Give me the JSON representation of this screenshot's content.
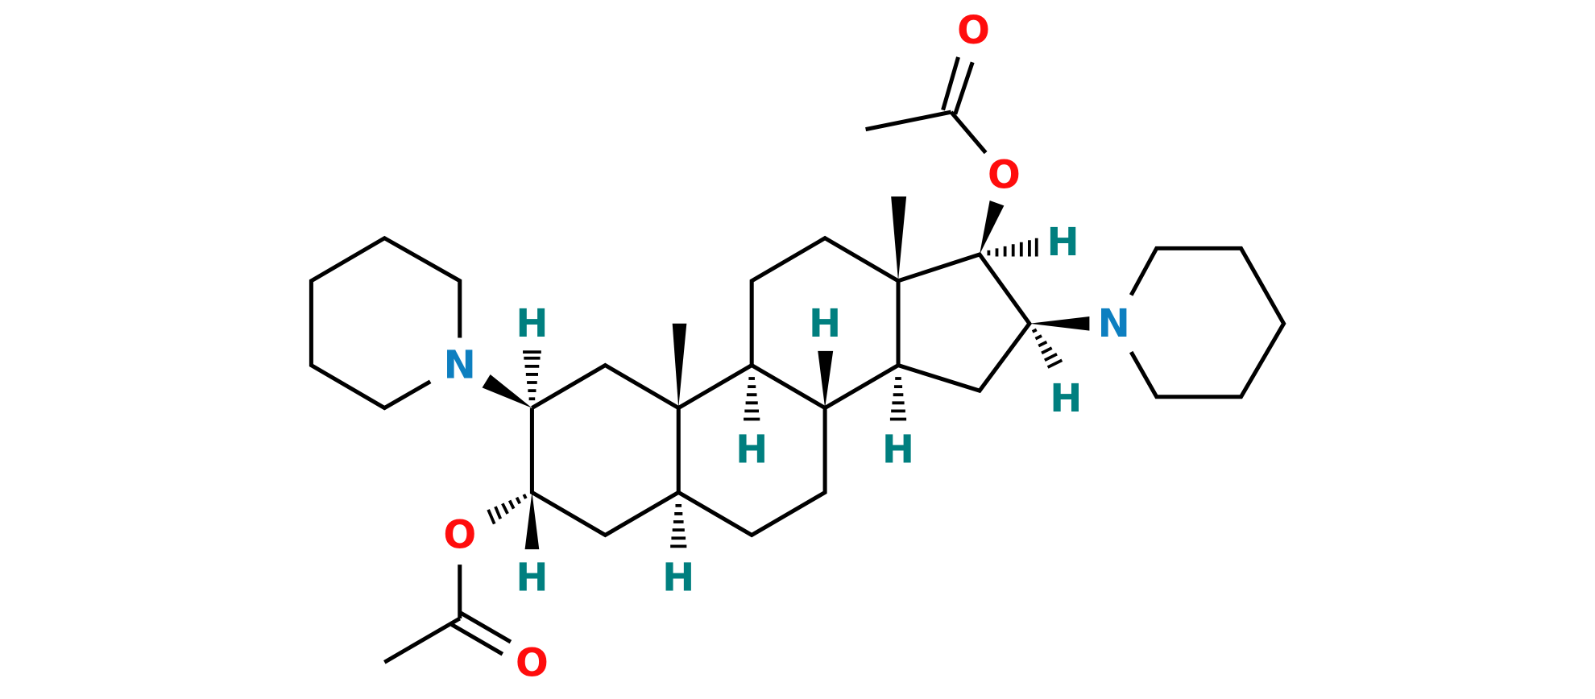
{
  "title": "Steroid bis-piperidinyl diacetate structure",
  "colors": {
    "oxygen": "#ff0d0d",
    "nitrogen": "#0d7fc0",
    "hydrogen": "#007f7f",
    "bond": "#000000"
  },
  "atoms": {
    "o_top_carbonyl": "O",
    "o_top_ester": "O",
    "h_c17": "H",
    "n_right": "N",
    "h_c16": "H",
    "n_left": "N",
    "h_c2": "H",
    "h_c8": "H",
    "h_c9": "H",
    "h_c14": "H",
    "o_left_ester": "O",
    "h_c3": "H",
    "h_c5": "H",
    "o_bottom_carbonyl": "O"
  }
}
